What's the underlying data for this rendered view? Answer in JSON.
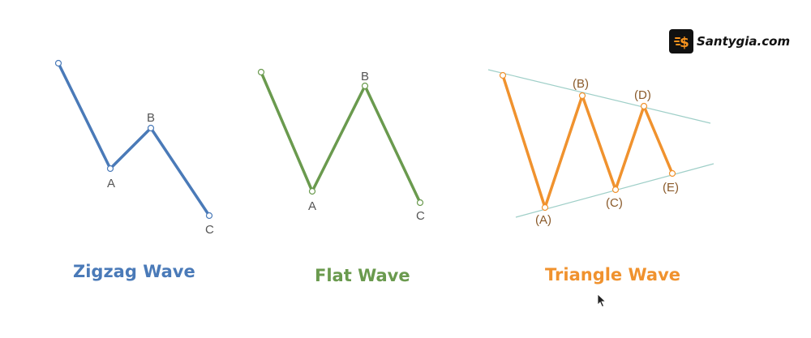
{
  "brand": {
    "text": "Santygia.com",
    "accent": "#f7931e"
  },
  "waves": [
    {
      "id": "zigzag",
      "title": "Zigzag Wave",
      "color": "#4a7ab8",
      "labels": [
        "A",
        "B",
        "C"
      ]
    },
    {
      "id": "flat",
      "title": "Flat Wave",
      "color": "#6a9a4e",
      "labels": [
        "A",
        "B",
        "C"
      ]
    },
    {
      "id": "triangle",
      "title": "Triangle Wave",
      "color": "#f0922e",
      "labels": [
        "(A)",
        "(B)",
        "(C)",
        "(D)",
        "(E)"
      ]
    }
  ],
  "colors": {
    "trendline": "#9fcfc8",
    "label_triangle": "#8a5a2a",
    "label_default": "#555555"
  }
}
